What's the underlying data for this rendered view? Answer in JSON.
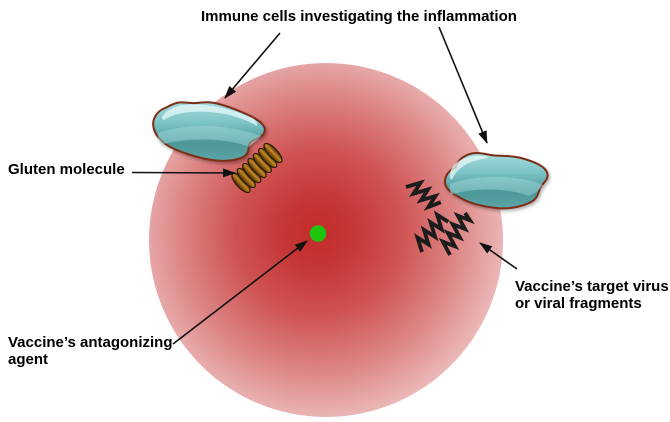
{
  "labels": {
    "immune_cells": "Immune cells investigating the inflammation",
    "gluten_molecule": "Gluten molecule",
    "antagonizing_agent": "Vaccine’s antagonizing agent",
    "target_virus": "Vaccine’s target virus or viral fragments"
  },
  "icons": {
    "immune_cell_left": "teal amoeba-like immune cell blob",
    "immune_cell_right": "teal amoeba-like immune cell blob",
    "gluten_molecule": "brown coiled helix molecule",
    "viral_fragments": "three black zigzag virus fragments",
    "antagonizing_agent": "green dot at inflammation center",
    "arrows": "black annotation arrows"
  },
  "colors": {
    "bg": "#ffffff",
    "ink": "#000000",
    "red-center": "#c22a2a",
    "red-mid": "#dc8383",
    "red-edge": "#fdf3f3",
    "green": "#1ec40f",
    "teal-dark": "#4d9799",
    "teal-light": "#a6dadd",
    "cell-border": "#7c2d16",
    "coil-dark": "#3c2305",
    "coil-light": "#c28a28",
    "zigzag": "#1c1c1c"
  }
}
